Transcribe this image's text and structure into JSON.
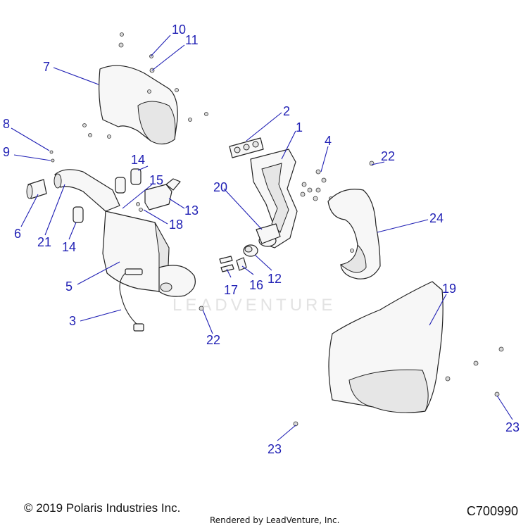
{
  "watermark": "LEADVENTURE",
  "copyright": "© 2019 Polaris Industries Inc.",
  "rendered_by": "Rendered by LeadVenture, Inc.",
  "diagram_code": "C700990",
  "callouts": [
    {
      "label": "1"
    },
    {
      "label": "2"
    },
    {
      "label": "3"
    },
    {
      "label": "4"
    },
    {
      "label": "5"
    },
    {
      "label": "6"
    },
    {
      "label": "7"
    },
    {
      "label": "8"
    },
    {
      "label": "9"
    },
    {
      "label": "10"
    },
    {
      "label": "11"
    },
    {
      "label": "12"
    },
    {
      "label": "13"
    },
    {
      "label": "14"
    },
    {
      "label": "14"
    },
    {
      "label": "15"
    },
    {
      "label": "16"
    },
    {
      "label": "17"
    },
    {
      "label": "18"
    },
    {
      "label": "19"
    },
    {
      "label": "20"
    },
    {
      "label": "21"
    },
    {
      "label": "22"
    },
    {
      "label": "22"
    },
    {
      "label": "23"
    },
    {
      "label": "23"
    },
    {
      "label": "24"
    }
  ],
  "colors": {
    "callout": "#1f1fb4",
    "line": "#222222"
  }
}
